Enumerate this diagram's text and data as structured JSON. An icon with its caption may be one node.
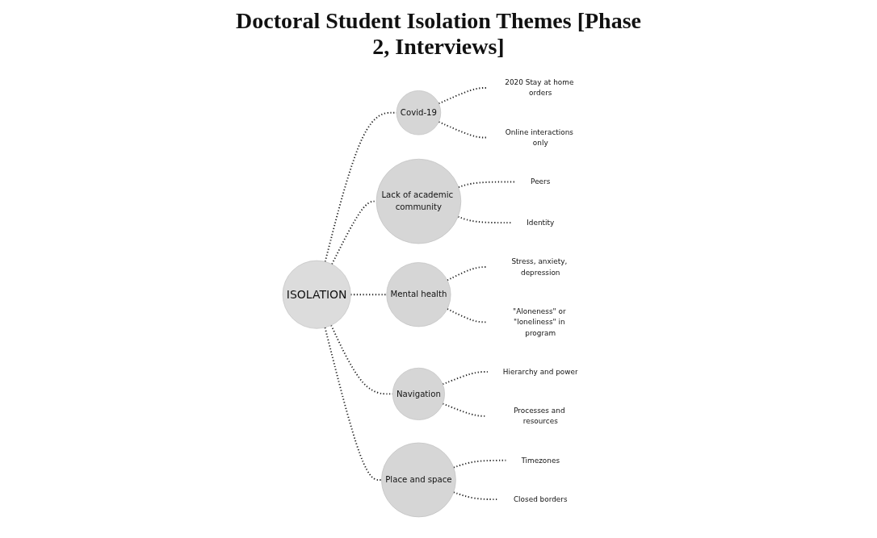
{
  "diagram": {
    "title": "Doctoral Student Isolation Themes [Phase 2, Interviews]",
    "nodes": [
      {
        "text": [
          "ISOLATION"
        ]
      },
      {
        "text": [
          "Covid-19"
        ]
      },
      {
        "text": [
          "2020 Stay at home orders"
        ]
      },
      {
        "text": [
          "Online interactions only"
        ]
      },
      {
        "text": [
          "Lack of academic community"
        ]
      },
      {
        "text": [
          "Peers"
        ]
      },
      {
        "text": [
          "Identity"
        ]
      },
      {
        "text": [
          "Mental health"
        ]
      },
      {
        "text": [
          "Stress, anxiety, depression"
        ]
      },
      {
        "text": [
          "\"Aloneness\" or \"loneliness\" in program"
        ]
      },
      {
        "text": [
          "Navigation"
        ]
      },
      {
        "text": [
          "Hierarchy and power"
        ]
      },
      {
        "text": [
          "Processes and resources"
        ]
      },
      {
        "text": [
          "Place and space"
        ]
      },
      {
        "text": [
          "Timezones"
        ]
      },
      {
        "text": [
          "Closed borders"
        ]
      }
    ],
    "edges": [
      {
        "from": 0,
        "to": 1,
        "arrow": "none",
        "style": "dashed"
      },
      {
        "from": 1,
        "to": 2,
        "arrow": "none",
        "style": "dashed"
      },
      {
        "from": 1,
        "to": 3,
        "arrow": "none",
        "style": "dashed"
      },
      {
        "from": 0,
        "to": 4,
        "arrow": "none",
        "style": "dashed"
      },
      {
        "from": 4,
        "to": 5,
        "arrow": "none",
        "style": "dashed"
      },
      {
        "from": 4,
        "to": 6,
        "arrow": "none",
        "style": "dashed"
      },
      {
        "from": 0,
        "to": 7,
        "arrow": "none",
        "style": "dashed"
      },
      {
        "from": 7,
        "to": 8,
        "arrow": "none",
        "style": "dashed"
      },
      {
        "from": 7,
        "to": 9,
        "arrow": "none",
        "style": "dashed"
      },
      {
        "from": 0,
        "to": 10,
        "arrow": "none",
        "style": "dashed"
      },
      {
        "from": 10,
        "to": 11,
        "arrow": "none",
        "style": "dashed"
      },
      {
        "from": 10,
        "to": 12,
        "arrow": "none",
        "style": "dashed"
      },
      {
        "from": 0,
        "to": 13,
        "arrow": "none",
        "style": "dashed"
      },
      {
        "from": 13,
        "to": 14,
        "arrow": "none",
        "style": "dashed"
      },
      {
        "from": 13,
        "to": 15,
        "arrow": "none",
        "style": "dashed"
      }
    ]
  }
}
